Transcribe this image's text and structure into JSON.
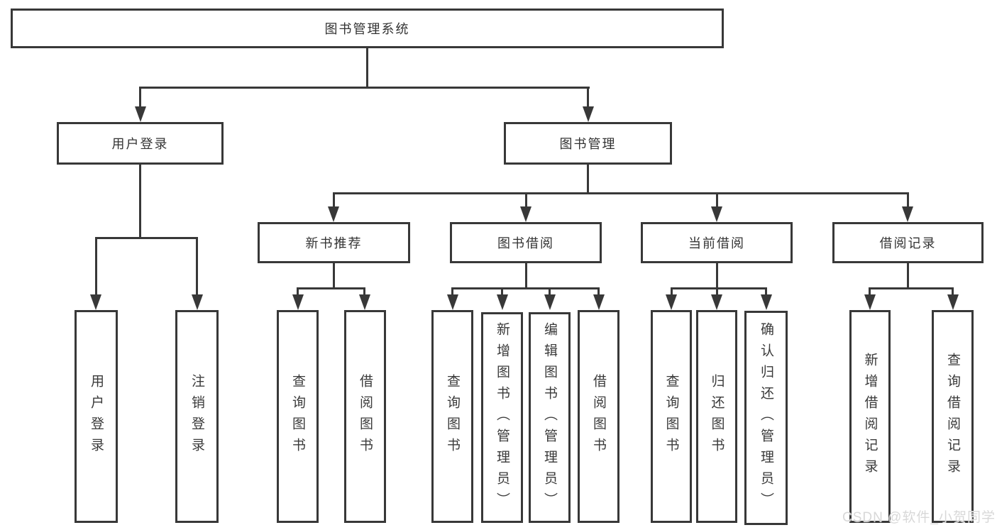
{
  "diagram": {
    "root": {
      "label": "图书管理系统"
    },
    "level2": {
      "user_login": {
        "label": "用户登录"
      },
      "book_mgmt": {
        "label": "图书管理"
      }
    },
    "level3": {
      "new_book": {
        "label": "新书推荐"
      },
      "borrow": {
        "label": "图书借阅"
      },
      "current": {
        "label": "当前借阅"
      },
      "records": {
        "label": "借阅记录"
      }
    },
    "leaves": {
      "user_login_leaf": {
        "label": "用户登录"
      },
      "logout": {
        "label": "注销登录"
      },
      "nb_query": {
        "label": "查询图书"
      },
      "nb_borrow": {
        "label": "借阅图书"
      },
      "bb_query": {
        "label": "查询图书"
      },
      "bb_add": {
        "label": "新增图书（管理员）"
      },
      "bb_edit": {
        "label": "编辑图书（管理员）"
      },
      "bb_borrow": {
        "label": "借阅图书"
      },
      "cb_query": {
        "label": "查询图书"
      },
      "cb_return": {
        "label": "归还图书"
      },
      "cb_confirm": {
        "label": "确认归还（管理员）"
      },
      "br_add": {
        "label": "新增借阅记录"
      },
      "br_query": {
        "label": "查询借阅记录"
      }
    }
  },
  "colors": {
    "line": "#383838",
    "text": "#333333",
    "background": "#ffffff"
  },
  "watermark": {
    "text": "CSDN @软件_小贺同学"
  }
}
